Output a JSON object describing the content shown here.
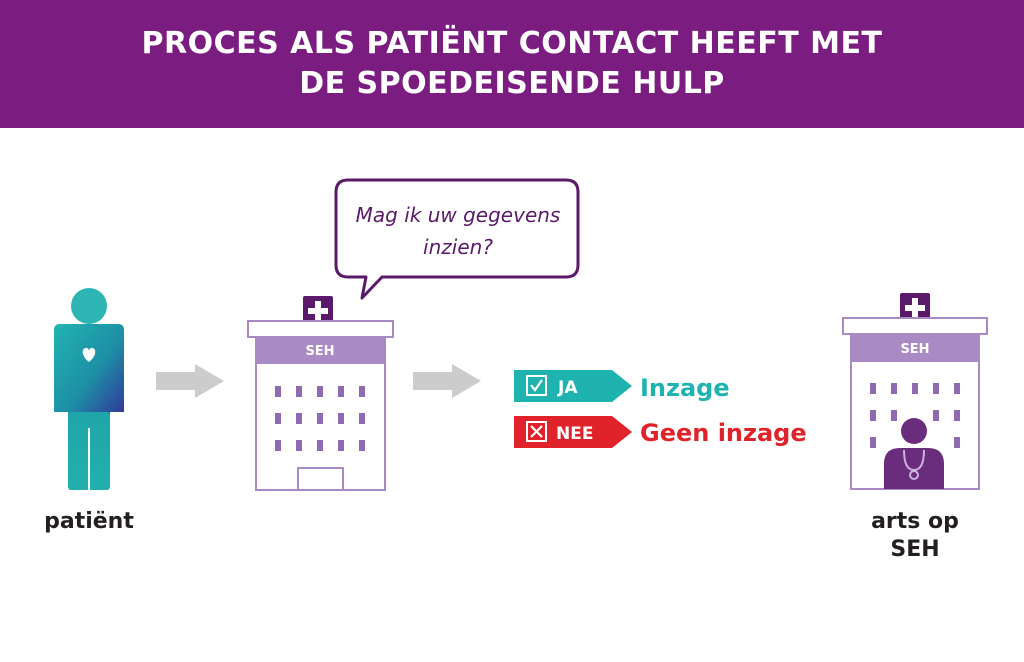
{
  "header": {
    "title_line1": "PROCES ALS PATIËNT CONTACT HEEFT MET",
    "title_line2": "DE SPOEDEISENDE HULP"
  },
  "speech_bubble": {
    "line1": "Mag ik uw gegevens",
    "line2": "inzien?"
  },
  "patient": {
    "label": "patiënt"
  },
  "hospital_left": {
    "sign": "SEH"
  },
  "hospital_right": {
    "sign": "SEH",
    "label_line1": "arts op",
    "label_line2": "SEH"
  },
  "options": {
    "yes": {
      "tag": "JA",
      "result": "Inzage",
      "color": "#1fb3b0"
    },
    "no": {
      "tag": "NEE",
      "result": "Geen inzage",
      "color": "#e0222a"
    }
  },
  "colors": {
    "header": "#7b1d80",
    "building_outline": "#a98ac4",
    "sign_band": "#a98ac4",
    "window": "#8e6bb0",
    "cross_box": "#5b1a69",
    "arrow": "#cccccc"
  }
}
